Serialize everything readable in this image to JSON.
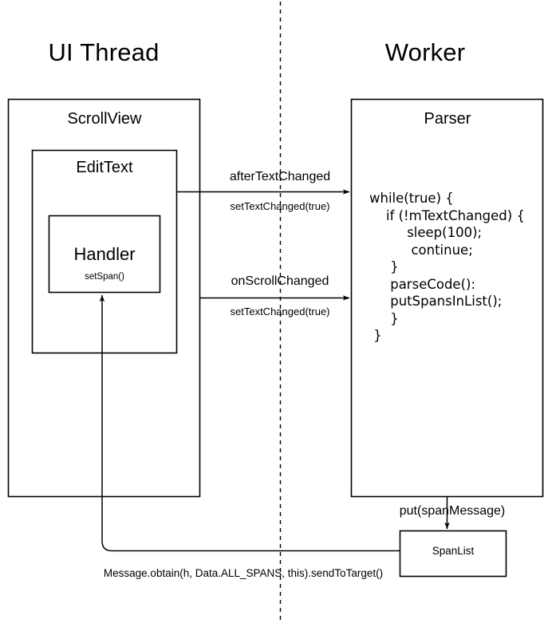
{
  "diagram": {
    "title_left": "UI Thread",
    "title_right": "Worker",
    "divider": "vertical-dashed-divider",
    "stroke_color": "#000000",
    "background_color": "#ffffff"
  },
  "ui_thread": {
    "scrollview": {
      "label": "ScrollView"
    },
    "edittext": {
      "label": "EditText"
    },
    "handler": {
      "label": "Handler",
      "method": "setSpan()"
    }
  },
  "worker": {
    "parser": {
      "label": "Parser",
      "code": "while(true) {\n    if (!mTextChanged) {\n         sleep(100);\n          continue;\n     }\n     parseCode():\n     putSpansInList();\n     }\n }"
    },
    "spanlist": {
      "label": "SpanList"
    }
  },
  "messages": [
    {
      "id": "after-text-changed",
      "primary": "afterTextChanged",
      "secondary": "setTextChanged(true)",
      "direction": "ui-to-worker"
    },
    {
      "id": "on-scroll-changed",
      "primary": "onScrollChanged",
      "secondary": "setTextChanged(true)",
      "direction": "ui-to-worker"
    },
    {
      "id": "put-span-message",
      "primary": "put(spanMessage)",
      "direction": "parser-to-spanlist"
    },
    {
      "id": "send-to-target",
      "primary": "Message.obtain(h, Data.ALL_SPANS, this).sendToTarget()",
      "direction": "spanlist-to-handler"
    }
  ]
}
